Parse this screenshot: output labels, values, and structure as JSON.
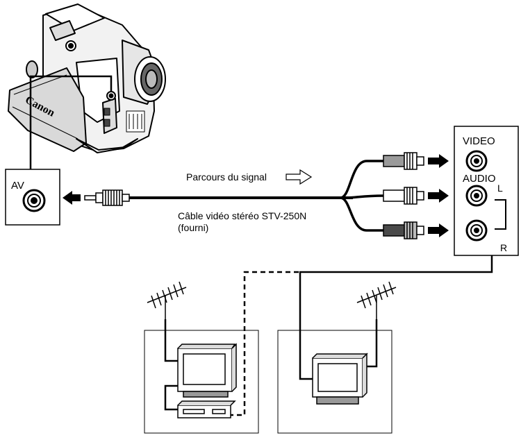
{
  "camcorder": {
    "brand": "Canon",
    "jack_label": "AV"
  },
  "signal": {
    "label": "Parcours du signal"
  },
  "cable": {
    "line1": "Câble vidéo stéréo STV-250N",
    "line2": "(fourni)"
  },
  "tv_inputs": {
    "video": "VIDEO",
    "audio": "AUDIO",
    "left": "L",
    "right": "R"
  },
  "colors": {
    "line": "#000000",
    "plug_light": "#ffffff",
    "plug_medium": "#9a9a9a",
    "plug_dark": "#4a4a4a"
  }
}
